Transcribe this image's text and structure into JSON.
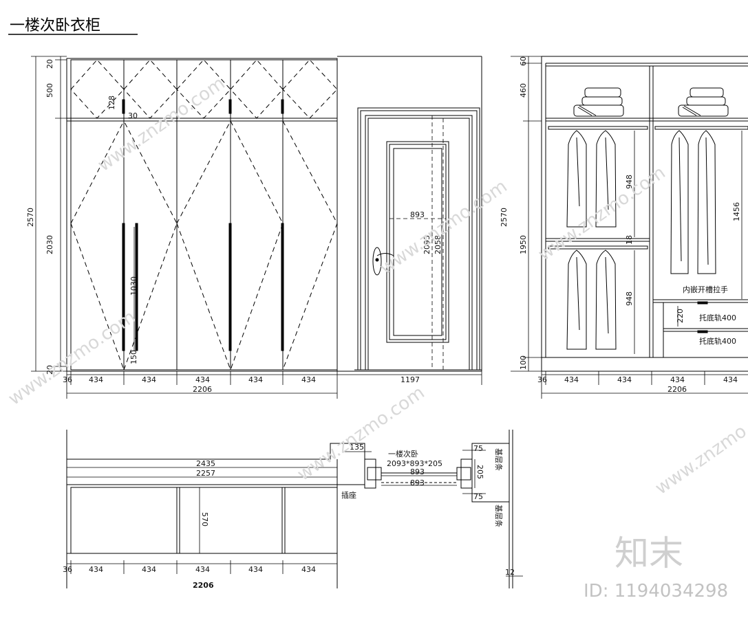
{
  "title": "一楼次卧衣柜",
  "watermark": {
    "text": "www.znzmo.com",
    "logo": "知末",
    "id": "ID: 1194034298"
  },
  "elevation": {
    "heights": [
      "20",
      "500",
      "2030",
      "20",
      "2570"
    ],
    "small_dims": [
      "128",
      "30",
      "1030",
      "150"
    ],
    "widths": [
      "36",
      "434",
      "434",
      "434",
      "434",
      "434"
    ],
    "total": "2206",
    "door_width": "1197"
  },
  "door": {
    "width": "893",
    "heights": [
      "2093",
      "2058"
    ]
  },
  "section": {
    "heights": [
      "60",
      "460",
      "1950",
      "100",
      "2570"
    ],
    "hang": [
      "948",
      "18",
      "948",
      "1456"
    ],
    "drawer": "220",
    "widths": [
      "36",
      "434",
      "434",
      "434",
      "434"
    ],
    "total": "2206",
    "labels": {
      "handle": "内嵌开槽拉手",
      "rail1": "托底轨400",
      "rail2": "托底轨400"
    }
  },
  "plan": {
    "dims": [
      "2435",
      "2257",
      "570",
      "135",
      "893",
      "893",
      "205",
      "75",
      "75",
      "12"
    ],
    "widths": [
      "36",
      "434",
      "434",
      "434",
      "434",
      "434"
    ],
    "total": "2206",
    "labels": {
      "room": "一楼次卧",
      "door_size": "2093*893*205",
      "socket": "插座",
      "base1": "基层条",
      "base2": "基层条"
    }
  }
}
